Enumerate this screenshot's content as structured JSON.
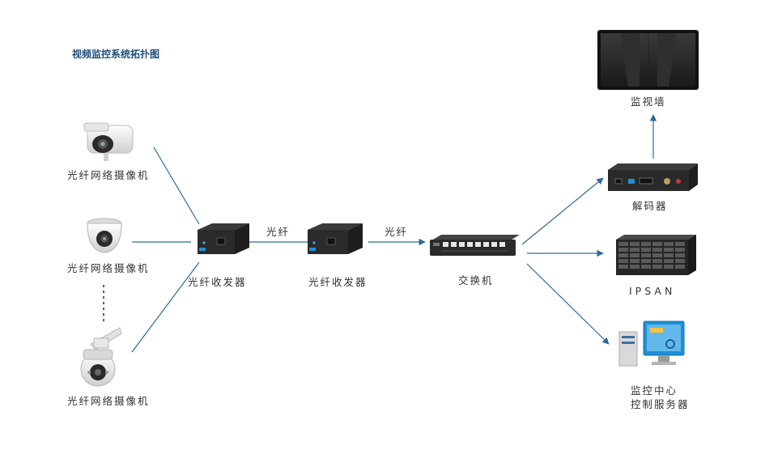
{
  "title": "视频监控系统拓扑图",
  "nodes": {
    "camera_bullet": "光纤网络摄像机",
    "camera_dome": "光纤网络摄像机",
    "camera_ptz": "光纤网络摄像机",
    "transceiver_1": "光纤收发器",
    "transceiver_2": "光纤收发器",
    "switch": "交换机",
    "video_wall": "监视墙",
    "decoder": "解码器",
    "ipsan": "IPSAN",
    "control_center_line1": "监控中心",
    "control_center_line2": "控制服务器"
  },
  "edge_labels": {
    "fiber_1": "光纤",
    "fiber_2": "光纤"
  },
  "colors": {
    "title": "#1f4e79",
    "edge": "#2f6a96",
    "label": "#333333",
    "device_dark": "#2b2b2b",
    "monitor_accent": "#1f8fd6"
  }
}
